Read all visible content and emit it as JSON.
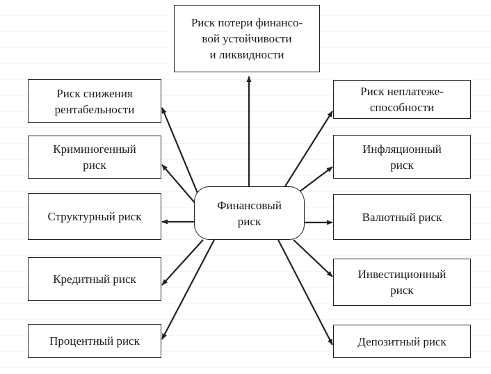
{
  "diagram": {
    "center": "Финансовый риск",
    "top": "Риск потери финансовой устойчивости и ликвидности",
    "left": [
      "Риск снижения рентабельности",
      "Криминогенный риск",
      "Структурный риск",
      "Кредитный риск",
      "Процентный риск"
    ],
    "right": [
      "Риск неплатежеспособности",
      "Инфляционный риск",
      "Валютный риск",
      "Инвестиционный риск",
      "Депозитный риск"
    ]
  },
  "display": {
    "center_lines": [
      "Финансовый",
      "риск"
    ],
    "top_lines": [
      "Риск потери финансо-",
      "вой устойчивости",
      "и ликвидности"
    ],
    "left_lines": [
      [
        "Риск снижения",
        "рентабельности"
      ],
      [
        "Криминогенный",
        "риск"
      ],
      [
        "Структурный риск"
      ],
      [
        "Кредитный риск"
      ],
      [
        "Процентный риск"
      ]
    ],
    "right_lines": [
      [
        "Риск неплатеже-",
        "способности"
      ],
      [
        "Инфляционный",
        "риск"
      ],
      [
        "Валютный риск"
      ],
      [
        "Инвестиционный",
        "риск"
      ],
      [
        "Депозитный риск"
      ]
    ]
  },
  "colors": {
    "line": "#222222",
    "background": "#ffffff"
  }
}
